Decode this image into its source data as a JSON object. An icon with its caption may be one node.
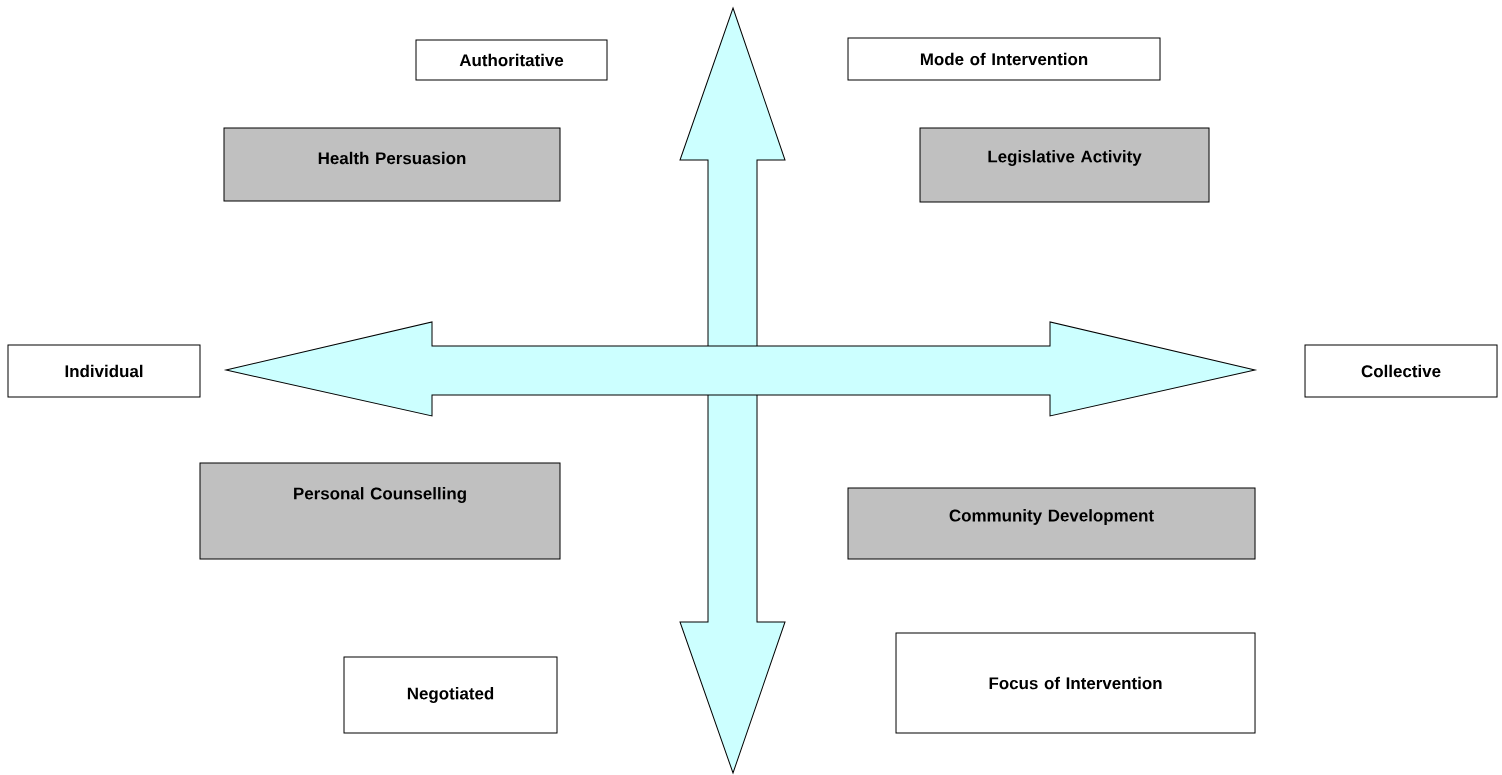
{
  "diagram": {
    "nodes": [
      {
        "text": [
          "Authoritative"
        ]
      },
      {
        "text": [
          "Mode of Intervention"
        ]
      },
      {
        "text": [
          "Health Persuasion"
        ]
      },
      {
        "text": [
          "Legislative Activity"
        ]
      },
      {
        "text": [
          "Individual"
        ]
      },
      {
        "text": [
          "Collective"
        ]
      },
      {
        "text": [
          "Personal Counselling"
        ]
      },
      {
        "text": [
          "Community Development"
        ]
      },
      {
        "text": [
          "Negotiated"
        ]
      },
      {
        "text": [
          "Focus of Intervention"
        ]
      }
    ]
  }
}
